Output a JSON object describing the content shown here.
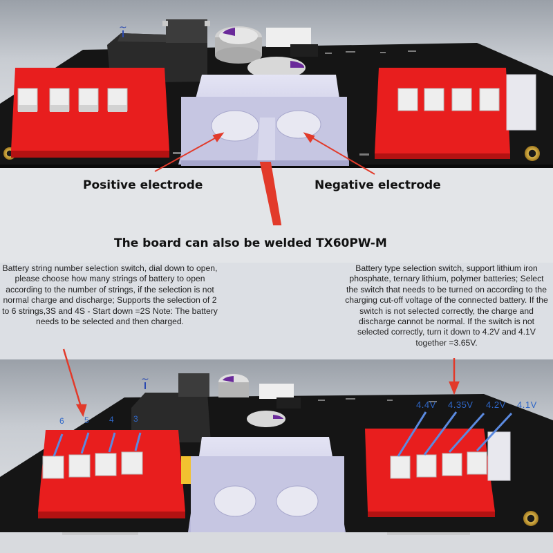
{
  "labels": {
    "positive": "Positive electrode",
    "negative": "Negative electrode",
    "weld": "The board can also be welded TX60PW-M"
  },
  "descriptions": {
    "left": "Battery string number selection switch, dial down to open, please choose how many strings of battery to open according to the number of strings, if the selection is not normal charge and discharge; Supports the selection of 2 to 6 strings,3S and 4S - Start down =2S Note: The battery needs to be selected and then charged.",
    "right": "Battery type selection switch, support lithium iron phosphate, ternary lithium, polymer batteries; Select the switch that needs to be turned on according to the charging cut-off voltage of the connected battery. If the switch is not selected correctly, the charge and discharge cannot be normal. If the switch is not selected correctly, turn it down to 4.2V and 4.1V together =3.65V."
  },
  "string_numbers": [
    "6",
    "5",
    "4",
    "3"
  ],
  "voltages": [
    "4.4V",
    "4.35V",
    "4.2V",
    "4.1V"
  ],
  "colors": {
    "pcb": "#151515",
    "dip_switch": "#e81e1e",
    "connector": "#c9c9e6",
    "arrow": "#e23a2a",
    "annotation_blue": "#2f67c8"
  }
}
